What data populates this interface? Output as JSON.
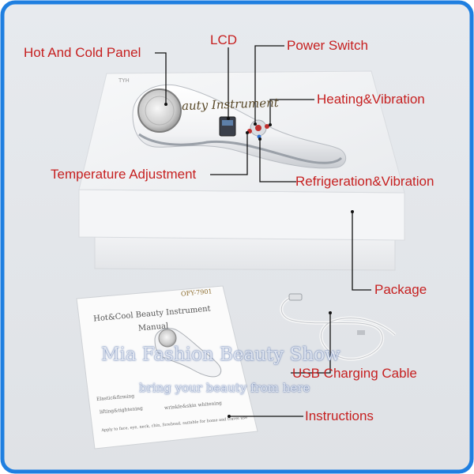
{
  "labels": {
    "hot_cold_panel": "Hot And Cold Panel",
    "lcd": "LCD",
    "power_switch": "Power Switch",
    "heating_vibration": "Heating&Vibration",
    "temperature_adjustment": "Temperature Adjustment",
    "refrigeration_vibration": "Refrigeration&Vibration",
    "package": "Package",
    "usb_charging_cable": "USB Charging Cable",
    "instructions": "Instructions"
  },
  "box": {
    "lid_text": "auty Instrument",
    "corner_text": "TYH"
  },
  "manual": {
    "model": "OFY-7901",
    "title_line1": "Hot&Cool Beauty Instrument",
    "title_line2": "Manual",
    "feature_1": "Elastic&firming",
    "feature_2": "lifting&tightening",
    "feature_3": "wrinkle&skin whitening",
    "apply": "Apply to face, eye, neck, chin, forehead, suitable for home and travel use"
  },
  "watermark": {
    "line1": "Mia Fashion Beauty Show",
    "line2": "bring your beauty from here"
  },
  "colors": {
    "frame_border": "#1f7fe0",
    "label_text": "#c62020",
    "leader_line": "#111111"
  }
}
